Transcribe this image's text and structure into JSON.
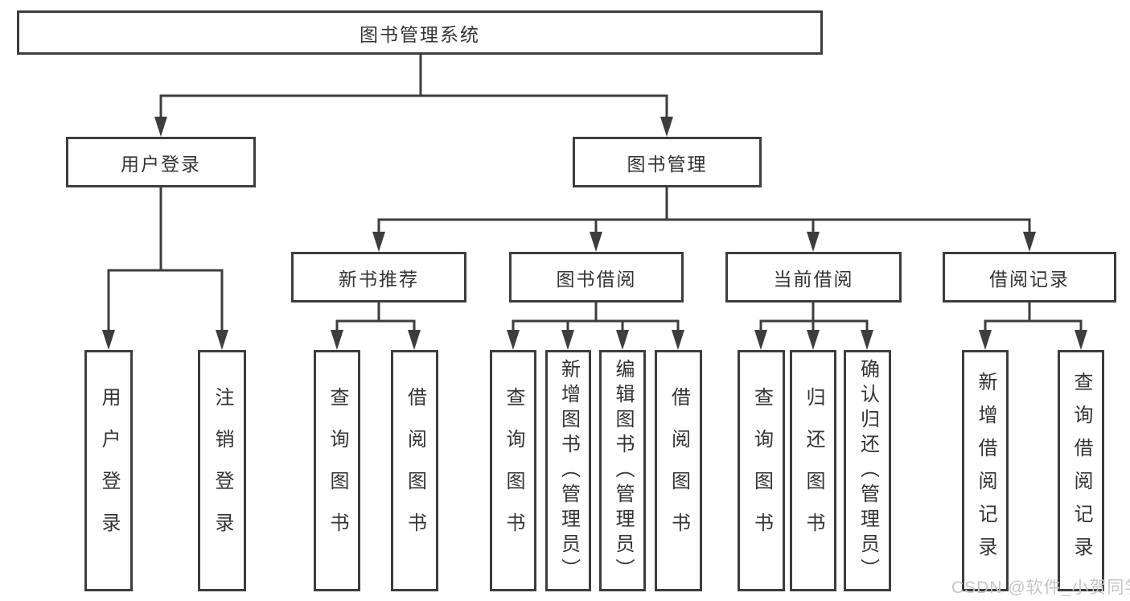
{
  "diagram_title": "图书管理系统",
  "tree": {
    "root": {
      "label": "图书管理系统"
    },
    "branches": [
      {
        "label": "用户登录",
        "children": [
          {
            "label": "用户登录"
          },
          {
            "label": "注销登录"
          }
        ]
      },
      {
        "label": "图书管理",
        "children": [
          {
            "label": "新书推荐",
            "children": [
              {
                "label": "查询图书"
              },
              {
                "label": "借阅图书"
              }
            ]
          },
          {
            "label": "图书借阅",
            "children": [
              {
                "label": "查询图书"
              },
              {
                "label": "新增图书（管理员）"
              },
              {
                "label": "编辑图书（管理员）"
              },
              {
                "label": "借阅图书"
              }
            ]
          },
          {
            "label": "当前借阅",
            "children": [
              {
                "label": "查询图书"
              },
              {
                "label": "归还图书"
              },
              {
                "label": "确认归还（管理员）"
              }
            ]
          },
          {
            "label": "借阅记录",
            "children": [
              {
                "label": "新增借阅记录"
              },
              {
                "label": "查询借阅记录"
              }
            ]
          }
        ]
      }
    ]
  },
  "watermark": {
    "text": "CSDN @软件_小贺同学"
  },
  "colors": {
    "line": "#3d3d3d",
    "text": "#333333",
    "box_background": "#ffffff",
    "page_background": "#ffffff",
    "watermark": "#c6c6c6"
  }
}
